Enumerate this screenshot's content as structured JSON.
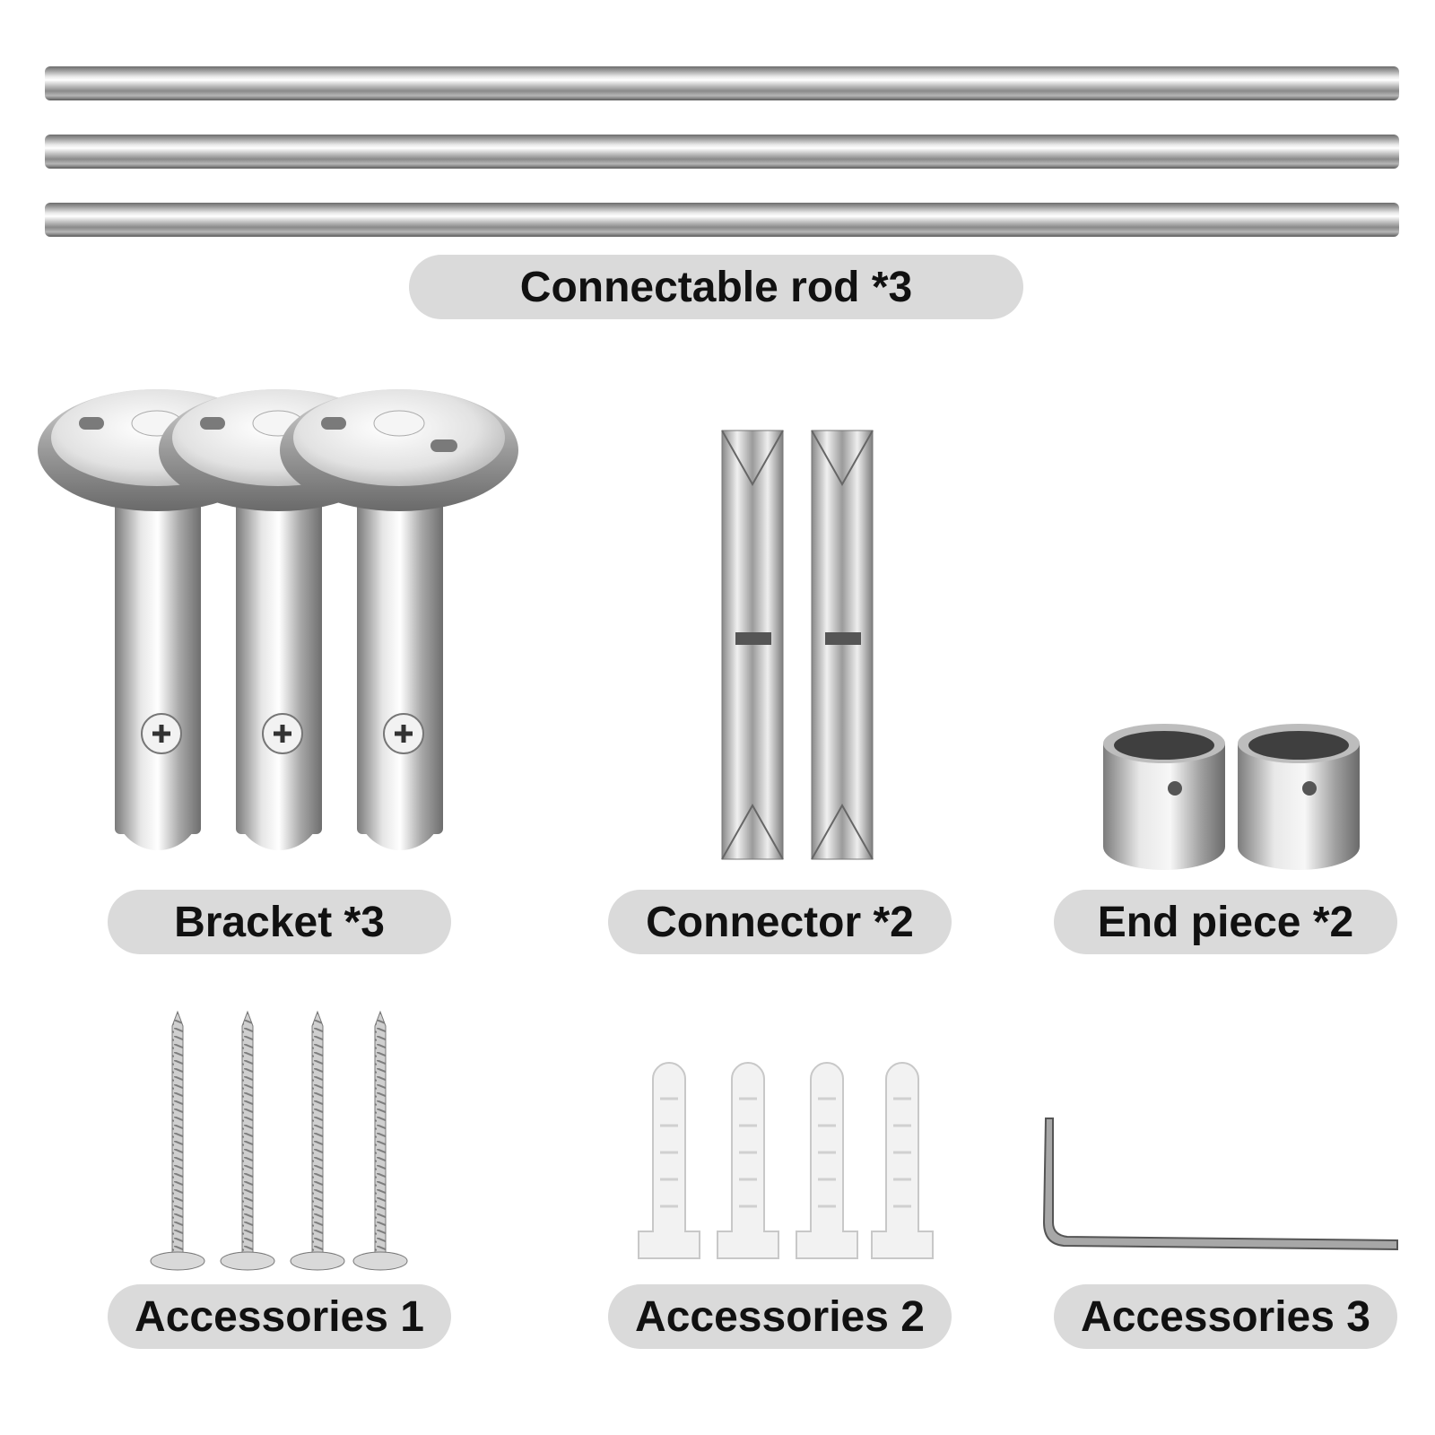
{
  "labels": {
    "rods": "Connectable rod *3",
    "bracket": "Bracket *3",
    "connector": "Connector *2",
    "end_piece": "End piece *2",
    "accessories_1": "Accessories 1",
    "accessories_2": "Accessories 2",
    "accessories_3": "Accessories 3"
  },
  "colors": {
    "label_bg": "#dadada",
    "label_text": "#111111",
    "metal": "#b8b8b8",
    "plastic": "#f2f2f2"
  },
  "icons": [
    "rod-icon",
    "bracket-icon",
    "connector-icon",
    "end-piece-icon",
    "screw-icon",
    "wall-plug-icon",
    "hex-key-icon"
  ]
}
